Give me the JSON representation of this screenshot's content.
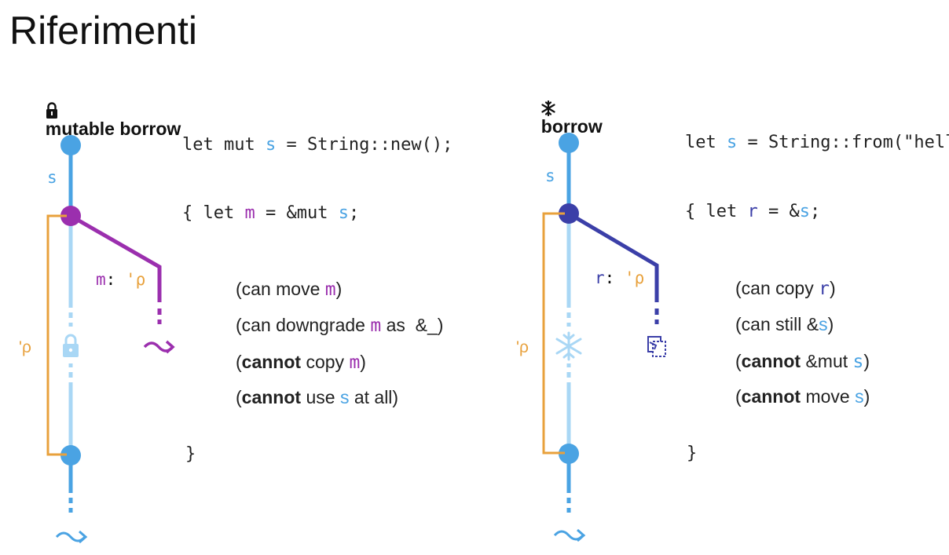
{
  "title": "Riferimenti",
  "colors": {
    "owner": "#4aa3e3",
    "owner_light": "#a9d7f5",
    "mut_ref": "#9b2fae",
    "shared_ref": "#3b3fa8",
    "lifetime": "#e8a13c"
  },
  "left": {
    "heading_icon": "lock-icon",
    "heading": "mutable borrow",
    "owner_label": "s",
    "ref_label_name": "m",
    "ref_label_sep": ":",
    "lifetime_label": "'ρ",
    "code": {
      "line1": {
        "a": "let mut ",
        "var": "s",
        "b": " = String::new();"
      },
      "line2": {
        "a": "{ let ",
        "var": "m",
        "b": " = &mut ",
        "var2": "s",
        "c": ";"
      },
      "close": "}"
    },
    "notes": [
      {
        "pre": "(can move ",
        "code": "m",
        "post": ")"
      },
      {
        "pre": "(can downgrade ",
        "code": "m",
        "post": " as  &_)"
      },
      {
        "bold": "cannot",
        "pre": " copy ",
        "code": "m",
        "post": ")"
      },
      {
        "bold": "cannot",
        "pre": " use ",
        "code": "s",
        "post": " at all)"
      }
    ]
  },
  "right": {
    "heading_icon": "snowflake-icon",
    "heading": "borrow",
    "owner_label": "s",
    "ref_label_name": "r",
    "ref_label_sep": ":",
    "lifetime_label": "'ρ",
    "code": {
      "line1": {
        "a": "let ",
        "var": "s",
        "b": " = String::from(\"hello"
      },
      "line2": {
        "a": "{ let ",
        "var": "r",
        "b": " = &",
        "var2": "s",
        "c": ";"
      },
      "close": "}"
    },
    "notes": [
      {
        "pre": "(can copy ",
        "code": "r",
        "post": ")"
      },
      {
        "pre": "(can still &",
        "code": "s",
        "post": ")"
      },
      {
        "bold": "cannot",
        "pre": " &mut ",
        "code": "s",
        "post": ")"
      },
      {
        "bold": "cannot",
        "pre": " move ",
        "code": "s",
        "post": ")"
      }
    ]
  }
}
